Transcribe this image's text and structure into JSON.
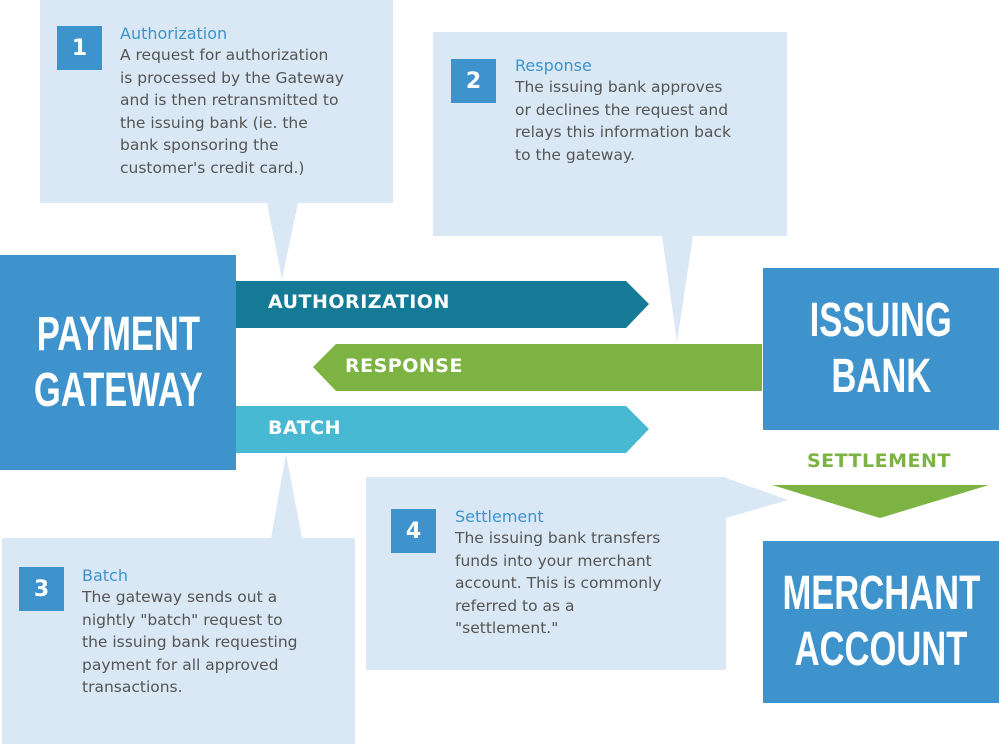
{
  "colors": {
    "entity_blue": "#3f93cc",
    "card_bg": "#d9e8f4",
    "authorization_arrow": "#157a96",
    "response_arrow": "#7cb342",
    "batch_arrow": "#48b9d2",
    "settlement_arrow": "#7cb342",
    "card_title": "#3f93cc",
    "card_body": "#555555"
  },
  "entities": {
    "payment_gateway": [
      "PAYMENT",
      "GATEWAY"
    ],
    "issuing_bank": [
      "ISSUING",
      "BANK"
    ],
    "merchant_account": [
      "MERCHANT",
      "ACCOUNT"
    ]
  },
  "arrows": {
    "authorization": "AUTHORIZATION",
    "response": "RESPONSE",
    "batch": "BATCH",
    "settlement": "SETTLEMENT"
  },
  "steps": [
    {
      "number": "1",
      "title": "Authorization",
      "body": "A request for authorization\nis processed by the Gateway\nand is then retransmitted to\nthe issuing bank (ie. the\nbank sponsoring the\ncustomer's credit card.)"
    },
    {
      "number": "2",
      "title": "Response",
      "body": "The issuing bank approves\nor declines the request and\nrelays this information back\nto the gateway."
    },
    {
      "number": "3",
      "title": "Batch",
      "body": "The gateway sends out a\nnightly \"batch\" request to\nthe issuing bank requesting\npayment for all approved\ntransactions."
    },
    {
      "number": "4",
      "title": "Settlement",
      "body": "The issuing bank transfers\nfunds into your merchant\naccount. This is commonly\nreferred to as a\n\"settlement.\""
    }
  ]
}
